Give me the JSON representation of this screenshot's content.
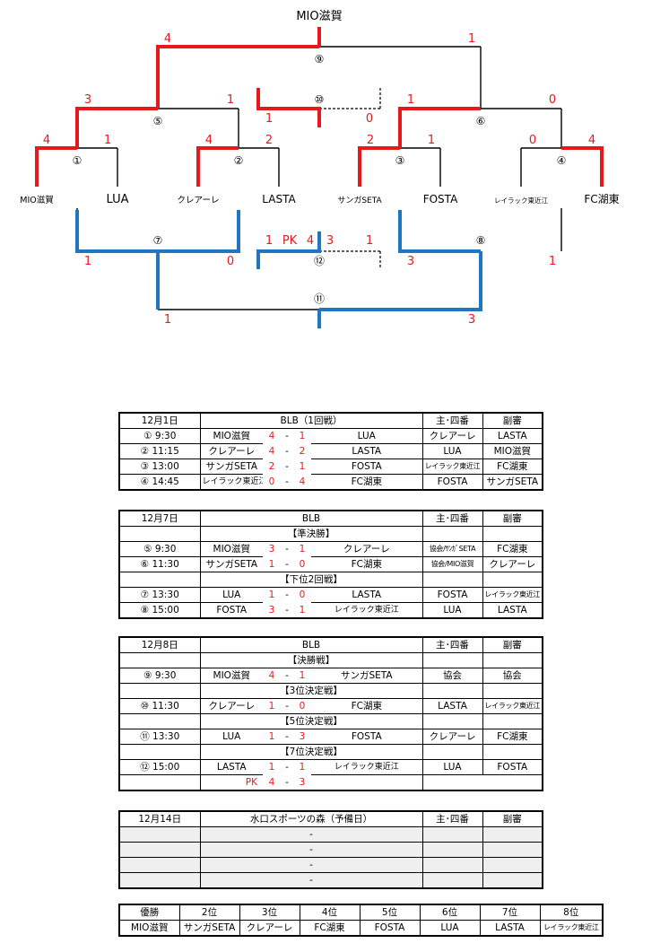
{
  "bracket": {
    "champion_top": "MIO滋賀",
    "teams": [
      "MIO滋賀",
      "LUA",
      "クレアーレ",
      "LASTA",
      "サンガSETA",
      "FOSTA",
      "レイラック東近江",
      "FC湖東"
    ],
    "match_labels": [
      "①",
      "②",
      "③",
      "④",
      "⑤",
      "⑥",
      "⑦",
      "⑧",
      "⑨",
      "⑩",
      "⑪",
      "⑫"
    ],
    "scores": {
      "m1": [
        "4",
        "1"
      ],
      "m2": [
        "4",
        "2"
      ],
      "m3": [
        "2",
        "1"
      ],
      "m4": [
        "0",
        "4"
      ],
      "m5": [
        "3",
        "1"
      ],
      "m6": [
        "1",
        "0"
      ],
      "m9": [
        "4",
        "1"
      ],
      "m10": [
        "1",
        "0"
      ],
      "m7": [
        "1",
        "0"
      ],
      "m8": [
        "3",
        "1"
      ],
      "m11": [
        "1",
        "3"
      ],
      "m12": [
        "1",
        "3",
        "1"
      ],
      "m12_pk": "PK",
      "m12_pk_score": "4"
    },
    "colors": {
      "winner": "#e8191c",
      "lower": "#1f77c4",
      "line": "#000000",
      "score": "#e8191c"
    }
  },
  "day1": {
    "date": "12月1日",
    "title": "BLB（1回戦）",
    "h_main": "主･四番",
    "h_sub": "副審",
    "rows": [
      {
        "no": "① 9:30",
        "home": "MIO滋賀",
        "hs": "4",
        "dash": "-",
        "as": "1",
        "away": "LUA",
        "main": "クレアーレ",
        "sub": "LASTA"
      },
      {
        "no": "② 11:15",
        "home": "クレアーレ",
        "hs": "4",
        "dash": "-",
        "as": "2",
        "away": "LASTA",
        "main": "LUA",
        "sub": "MIO滋賀"
      },
      {
        "no": "③ 13:00",
        "home": "サンガSETA",
        "hs": "2",
        "dash": "-",
        "as": "1",
        "away": "FOSTA",
        "main": "レイラック東近江",
        "sub": "FC湖東"
      },
      {
        "no": "④ 14:45",
        "home": "レイラック東近江",
        "hs": "0",
        "dash": "-",
        "as": "4",
        "away": "FC湖東",
        "main": "FOSTA",
        "sub": "サンガSETA"
      }
    ]
  },
  "day2": {
    "date": "12月7日",
    "title": "BLB",
    "h_main": "主･四番",
    "h_sub": "副審",
    "sec1": "【準決勝】",
    "sec2": "【下位2回戦】",
    "rows1": [
      {
        "no": "⑤ 9:30",
        "home": "MIO滋賀",
        "hs": "3",
        "dash": "-",
        "as": "1",
        "away": "クレアーレ",
        "main": "協会/ｻﾝｶﾞSETA",
        "sub": "FC湖東"
      },
      {
        "no": "⑥ 11:30",
        "home": "サンガSETA",
        "hs": "1",
        "dash": "-",
        "as": "0",
        "away": "FC湖東",
        "main": "協会/MIO滋賀",
        "sub": "クレアーレ"
      }
    ],
    "rows2": [
      {
        "no": "⑦ 13:30",
        "home": "LUA",
        "hs": "1",
        "dash": "-",
        "as": "0",
        "away": "LASTA",
        "main": "FOSTA",
        "sub": "レイラック東近江"
      },
      {
        "no": "⑧ 15:00",
        "home": "FOSTA",
        "hs": "3",
        "dash": "-",
        "as": "1",
        "away": "レイラック東近江",
        "main": "LUA",
        "sub": "LASTA"
      }
    ]
  },
  "day3": {
    "date": "12月8日",
    "title": "BLB",
    "h_main": "主･四番",
    "h_sub": "副審",
    "sec1": "【決勝戦】",
    "sec2": "【3位決定戦】",
    "sec3": "【5位決定戦】",
    "sec4": "【7位決定戦】",
    "r9": {
      "no": "⑨ 9:30",
      "home": "MIO滋賀",
      "hs": "4",
      "dash": "-",
      "as": "1",
      "away": "サンガSETA",
      "main": "協会",
      "sub": "協会"
    },
    "r10": {
      "no": "⑩ 11:30",
      "home": "クレアーレ",
      "hs": "1",
      "dash": "-",
      "as": "0",
      "away": "FC湖東",
      "main": "LASTA",
      "sub": "レイラック東近江"
    },
    "r11": {
      "no": "⑪ 13:30",
      "home": "LUA",
      "hs": "1",
      "dash": "-",
      "as": "3",
      "away": "FOSTA",
      "main": "クレアーレ",
      "sub": "FC湖東"
    },
    "r12": {
      "no": "⑫ 15:00",
      "home": "LASTA",
      "hs": "1",
      "dash": "-",
      "as": "1",
      "away": "レイラック東近江",
      "main": "LUA",
      "sub": "FOSTA"
    },
    "pk": {
      "label": "PK",
      "hs": "4",
      "dash": "-",
      "as": "3"
    }
  },
  "day4": {
    "date": "12月14日",
    "title": "水口スポーツの森（予備日）",
    "h_main": "主･四番",
    "h_sub": "副審",
    "dash": "-"
  },
  "ranking": {
    "headers": [
      "優勝",
      "2位",
      "3位",
      "4位",
      "5位",
      "6位",
      "7位",
      "8位"
    ],
    "teams": [
      "MIO滋賀",
      "サンガSETA",
      "クレアーレ",
      "FC湖東",
      "FOSTA",
      "LUA",
      "LASTA",
      "レイラック東近江"
    ]
  }
}
